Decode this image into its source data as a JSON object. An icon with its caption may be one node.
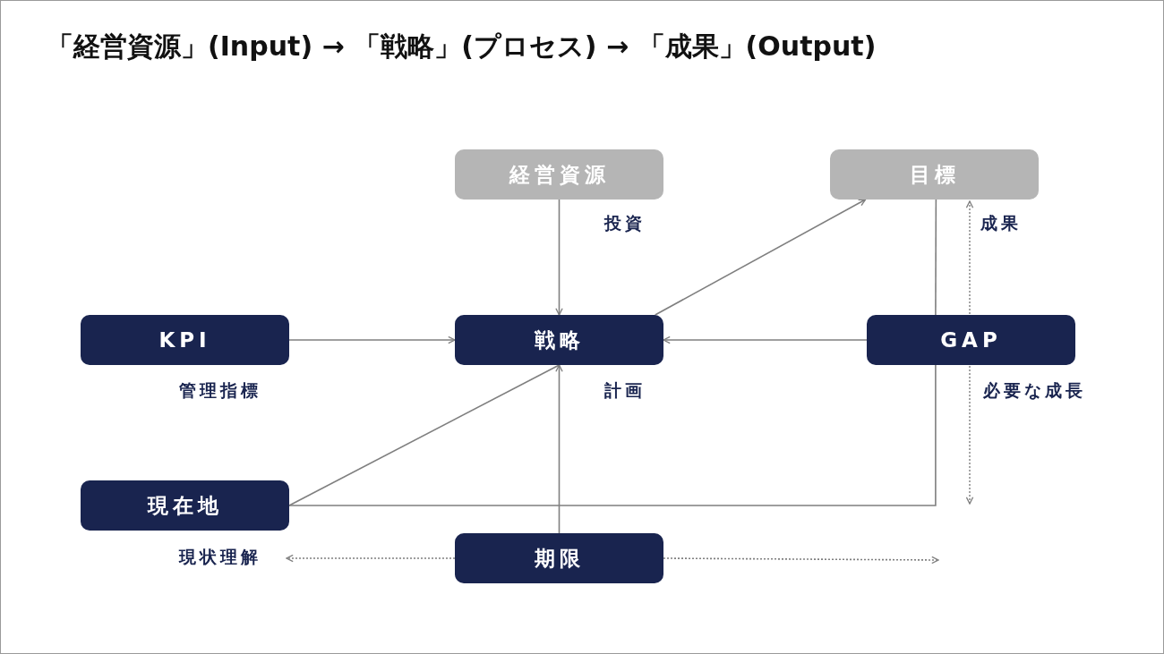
{
  "diagram": {
    "title": "「経営資源」(Input) → 「戦略」(プロセス) → 「成果」(Output)",
    "nodes": [
      {
        "text": [
          "経営資源"
        ]
      },
      {
        "text": [
          "目標"
        ]
      },
      {
        "text": [
          "KPI"
        ],
        "beside": [
          "管理指標"
        ]
      },
      {
        "text": [
          "戦略"
        ],
        "beside": [
          "計画"
        ]
      },
      {
        "text": [
          "GAP"
        ]
      },
      {
        "text": [
          "現在地"
        ]
      },
      {
        "text": [
          "期限"
        ]
      },
      {
        "text": [
          "現状理解"
        ]
      }
    ],
    "edges": [
      {
        "from": 0,
        "to": 3,
        "arrow": "to",
        "label": "投資"
      },
      {
        "from": 2,
        "to": 3,
        "arrow": "to"
      },
      {
        "from": 4,
        "to": 3,
        "arrow": "to"
      },
      {
        "from": 3,
        "to": 1,
        "arrow": "to"
      },
      {
        "from": 5,
        "to": 3,
        "arrow": "none"
      },
      {
        "from": 5,
        "to": 4,
        "arrow": "none"
      },
      {
        "from": 4,
        "to": 1,
        "arrow": "none"
      },
      {
        "from": 6,
        "to": 3,
        "arrow": "to"
      },
      {
        "from": 6,
        "to": 7,
        "arrow": "to",
        "style": "dashed"
      },
      {
        "from": 6,
        "to": null,
        "arrow": "to",
        "style": "dashed"
      }
    ],
    "labels": [
      "成果",
      "必要な成長"
    ]
  }
}
